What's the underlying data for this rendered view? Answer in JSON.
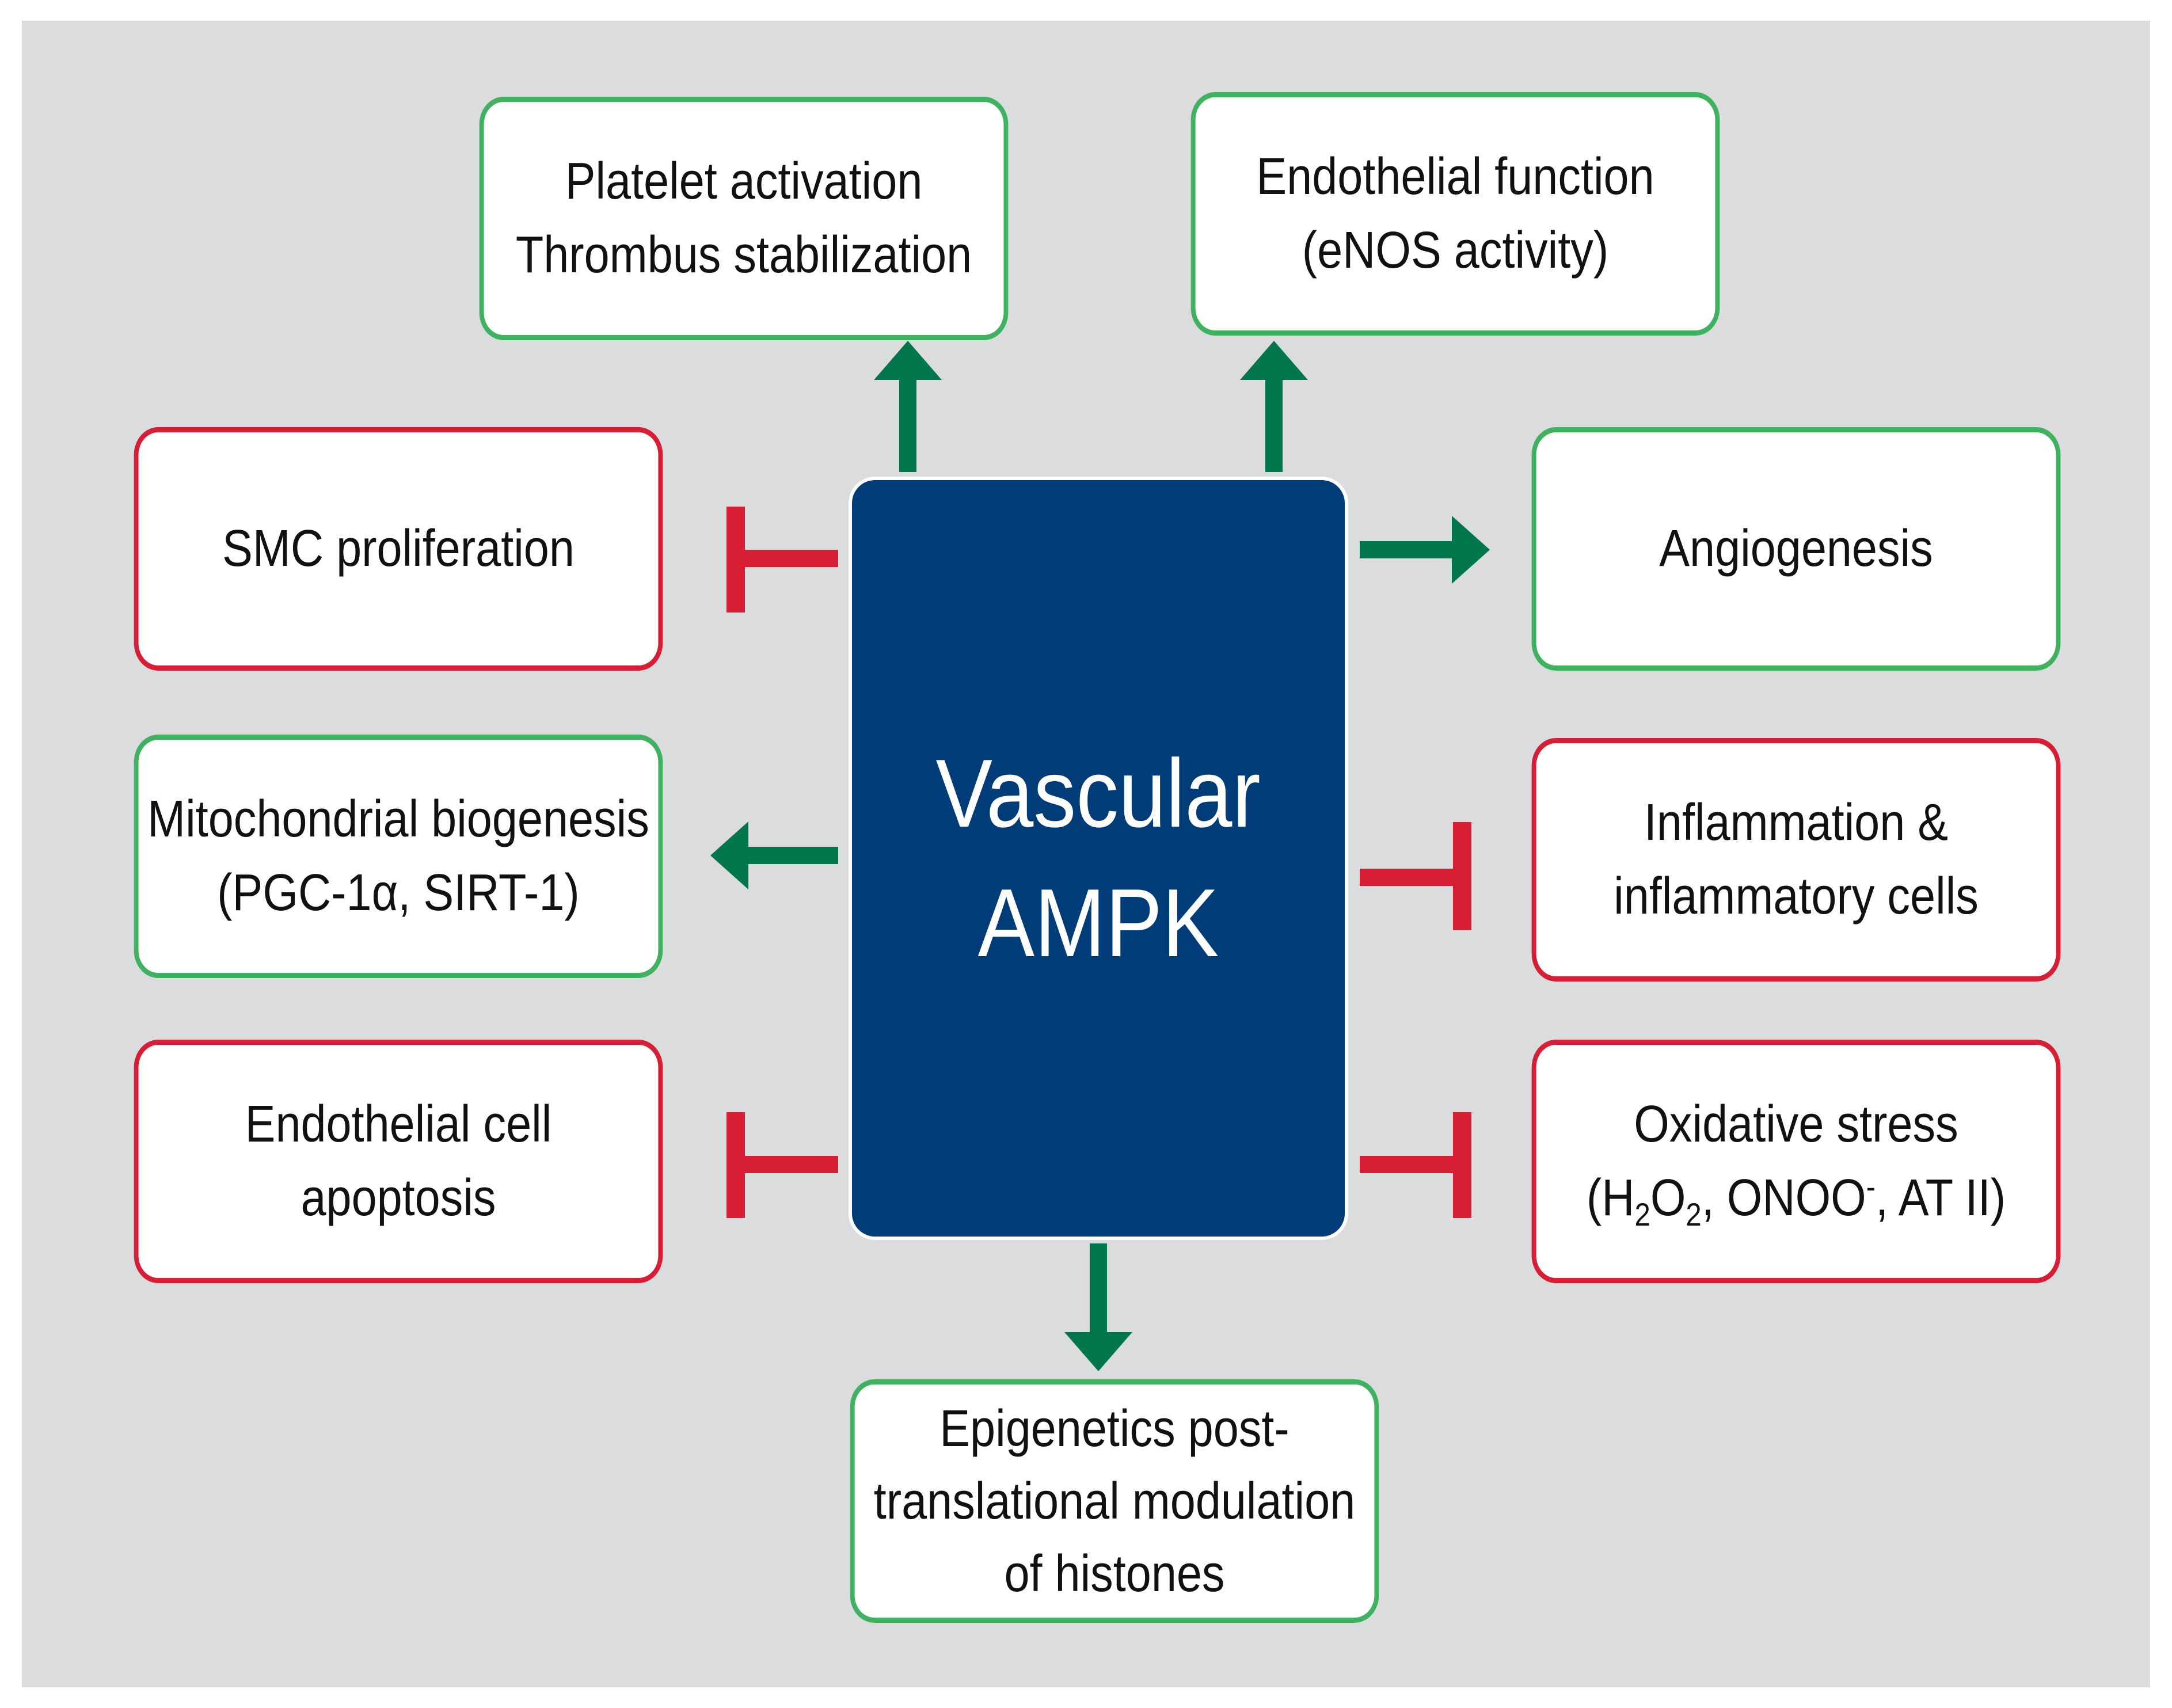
{
  "center": {
    "line1": "Vascular",
    "line2": "AMPK",
    "fill": "#003d78"
  },
  "colors": {
    "activation": "#00774a",
    "inhibition": "#d81e34",
    "activation_border": "#3fb25f",
    "inhibition_border": "#d81e34",
    "background": "#dadcde"
  },
  "nodes": {
    "platelet": {
      "effect": "activation",
      "line1": "Platelet activation",
      "line2": "Thrombus stabilization"
    },
    "endothelial_function": {
      "effect": "activation",
      "line1": "Endothelial function",
      "line2": "(eNOS activity)"
    },
    "smc": {
      "effect": "inhibition",
      "line1": "SMC proliferation"
    },
    "angiogenesis": {
      "effect": "activation",
      "line1": "Angiogenesis"
    },
    "mitochondrial": {
      "effect": "activation",
      "line1": "Mitochondrial biogenesis",
      "line2_a": "(PGC-1",
      "line2_alpha": "α",
      "line2_b": ", SIRT-1)"
    },
    "inflammation": {
      "effect": "inhibition",
      "line1": "Inflammation &",
      "line2": "inflammatory cells"
    },
    "apoptosis": {
      "effect": "inhibition",
      "line1": "Endothelial cell",
      "line2": "apoptosis"
    },
    "oxidative": {
      "effect": "inhibition",
      "line1": "Oxidative stress",
      "line2_open": "(H",
      "line2_sub1": "2",
      "line2_o": "O",
      "line2_sub2": "2",
      "line2_mid": ", ONOO",
      "line2_sup": "-",
      "line2_end": ", AT II)"
    },
    "epigenetics": {
      "effect": "activation",
      "line1": "Epigenetics post-",
      "line2": "translational modulation",
      "line3": "of histones"
    }
  }
}
